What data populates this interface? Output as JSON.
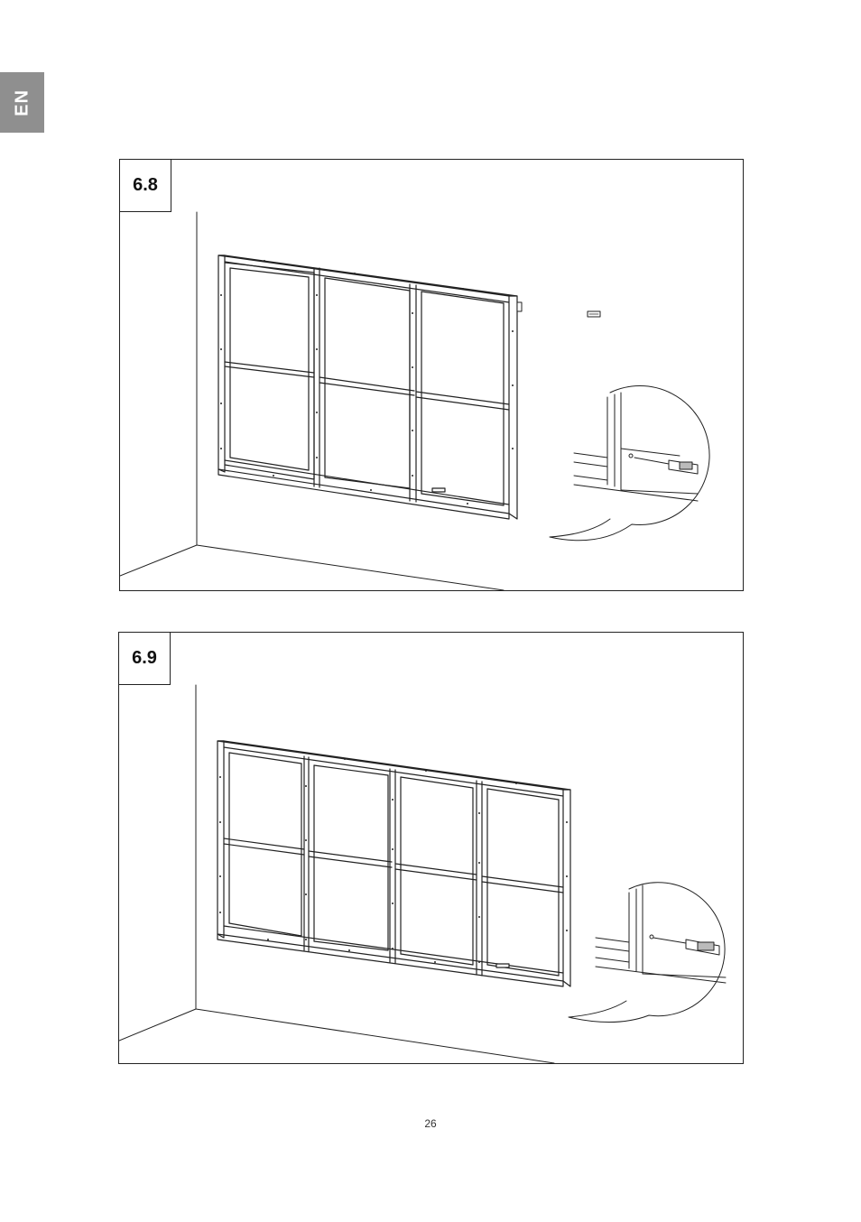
{
  "language_tab": "EN",
  "steps": [
    {
      "number": "6.8"
    },
    {
      "number": "6.9"
    }
  ],
  "page_number": "26"
}
